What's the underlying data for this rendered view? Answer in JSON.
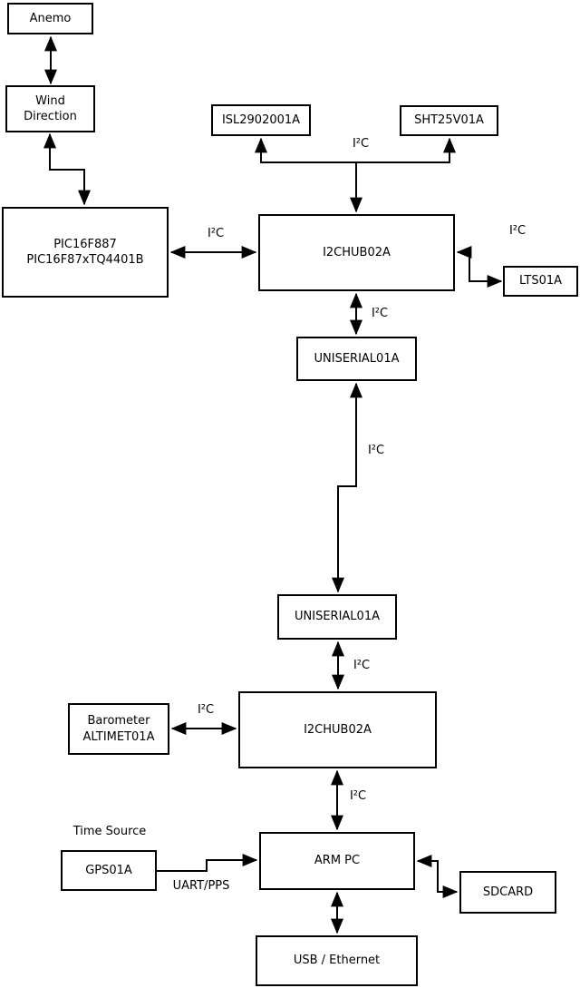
{
  "diagram": {
    "colors": {
      "line": "#000000",
      "background": "#ffffff",
      "text": "#000000"
    },
    "nodes": {
      "anemo": {
        "label": "Anemo"
      },
      "wind_direction": {
        "label": "Wind\nDirection"
      },
      "pic": {
        "label": "PIC16F887\nPIC16F87xTQ4401B"
      },
      "isl": {
        "label": "ISL2902001A"
      },
      "sht": {
        "label": "SHT25V01A"
      },
      "i2chub_top": {
        "label": "I2CHUB02A"
      },
      "lts": {
        "label": "LTS01A"
      },
      "uniserial_top": {
        "label": "UNISERIAL01A"
      },
      "uniserial_bottom": {
        "label": "UNISERIAL01A"
      },
      "barometer": {
        "label": "Barometer\nALTIMET01A"
      },
      "i2chub_bottom": {
        "label": "I2CHUB02A"
      },
      "gps": {
        "label": "GPS01A"
      },
      "arm_pc": {
        "label": "ARM PC"
      },
      "sdcard": {
        "label": "SDCARD"
      },
      "usb_ethernet": {
        "label": "USB / Ethernet"
      }
    },
    "annotations": {
      "time_source": "Time Source"
    },
    "edges": [
      {
        "from": "anemo",
        "to": "wind_direction",
        "direction": "both",
        "label": ""
      },
      {
        "from": "wind_direction",
        "to": "pic",
        "direction": "both",
        "label": ""
      },
      {
        "from": "pic",
        "to": "i2chub_top",
        "direction": "both",
        "label": "I²C"
      },
      {
        "from": "i2chub_top",
        "to": "isl, sht",
        "direction": "branch",
        "label": "I²C"
      },
      {
        "from": "i2chub_top",
        "to": "lts",
        "direction": "both",
        "label": "I²C"
      },
      {
        "from": "i2chub_top",
        "to": "uniserial_top",
        "direction": "both",
        "label": "I²C"
      },
      {
        "from": "uniserial_top",
        "to": "uniserial_bottom",
        "direction": "both",
        "label": "I²C"
      },
      {
        "from": "uniserial_bottom",
        "to": "i2chub_bottom",
        "direction": "both",
        "label": "I²C"
      },
      {
        "from": "barometer",
        "to": "i2chub_bottom",
        "direction": "both",
        "label": "I²C"
      },
      {
        "from": "i2chub_bottom",
        "to": "arm_pc",
        "direction": "both",
        "label": "I²C"
      },
      {
        "from": "gps",
        "to": "arm_pc",
        "direction": "forward",
        "label": "UART/PPS"
      },
      {
        "from": "arm_pc",
        "to": "sdcard",
        "direction": "both",
        "label": ""
      },
      {
        "from": "arm_pc",
        "to": "usb_ethernet",
        "direction": "both",
        "label": ""
      }
    ]
  }
}
